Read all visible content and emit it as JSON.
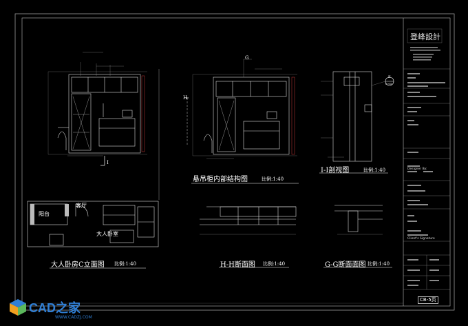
{
  "drawings": {
    "suspended_cabinet": {
      "title": "悬吊柜内部结构图",
      "scale": "比例:1:40"
    },
    "section_ii": {
      "title": "I-I剖视图",
      "scale": "比例:1:40"
    },
    "elevation_c": {
      "title": "大人卧房C立面图",
      "scale": "比例:1:40"
    },
    "section_hh": {
      "title": "H-H断面图",
      "scale": "比例:1:40"
    },
    "section_gg": {
      "title": "G-G断面面图",
      "scale": "比例:1:40"
    }
  },
  "plan_labels": {
    "balcony": "阳台",
    "living_room": "客厅",
    "master_bedroom": "大人卧室"
  },
  "cut_marks": {
    "i_mark": "I",
    "h_mark": "H",
    "g_mark": "G",
    "e_mark": "E",
    "e_sheet": "C-05"
  },
  "title_block": {
    "brand": "登峰設計",
    "sheet_no": "CB-5页",
    "designer_label": "Designer By:",
    "client_label": "Client's Signature"
  },
  "watermark": {
    "logo": "CAD之家",
    "url": "WWW.CADZJ.COM"
  },
  "colors": {
    "background": "#000000",
    "line": "#ffffff",
    "frame": "#bfbfbf",
    "watermark": "#2f7fd6",
    "accent": "#c83a3a"
  }
}
